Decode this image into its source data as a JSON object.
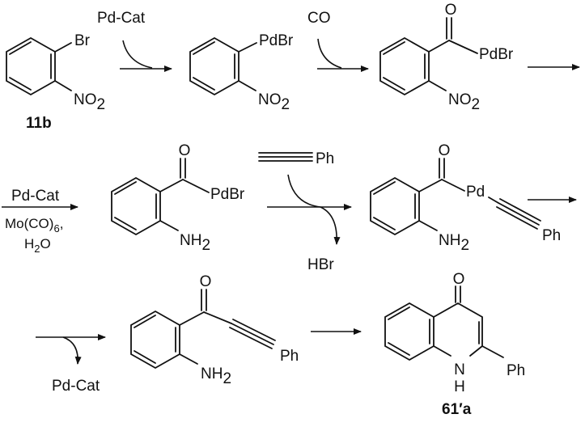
{
  "compounds": {
    "start": {
      "substituent_top": "Br",
      "substituent_bottom": "NO2",
      "label": "11b"
    },
    "aryl_pd": {
      "substituent_top": "PdBr",
      "substituent_bottom": "NO2"
    },
    "acyl_pd_nitro": {
      "oxygen": "O",
      "substituent_right": "PdBr",
      "substituent_bottom": "NO2"
    },
    "acyl_pd_amino": {
      "oxygen": "O",
      "substituent_right": "PdBr",
      "substituent_bottom": "NH2"
    },
    "alkynyl_pd": {
      "oxygen": "O",
      "pd": "Pd",
      "phenyl": "Ph",
      "substituent_bottom": "NH2"
    },
    "ynone": {
      "oxygen": "O",
      "phenyl": "Ph",
      "substituent_bottom": "NH2"
    },
    "quinolone": {
      "oxygen": "O",
      "nitrogen": "N",
      "hydrogen": "H",
      "phenyl": "Ph",
      "label": "61′a"
    }
  },
  "reagents": {
    "step1": "Pd-Cat",
    "step2": "CO",
    "step4_above": "Pd-Cat",
    "step4_below_1": "Mo(CO)",
    "step4_below_1_subscript": "6",
    "step4_below_1_suffix": ",",
    "step4_below_2": "H2O",
    "step5_alkyne_phenyl": "Ph",
    "step5_byproduct": "HBr",
    "step6_byproduct": "Pd-Cat"
  }
}
